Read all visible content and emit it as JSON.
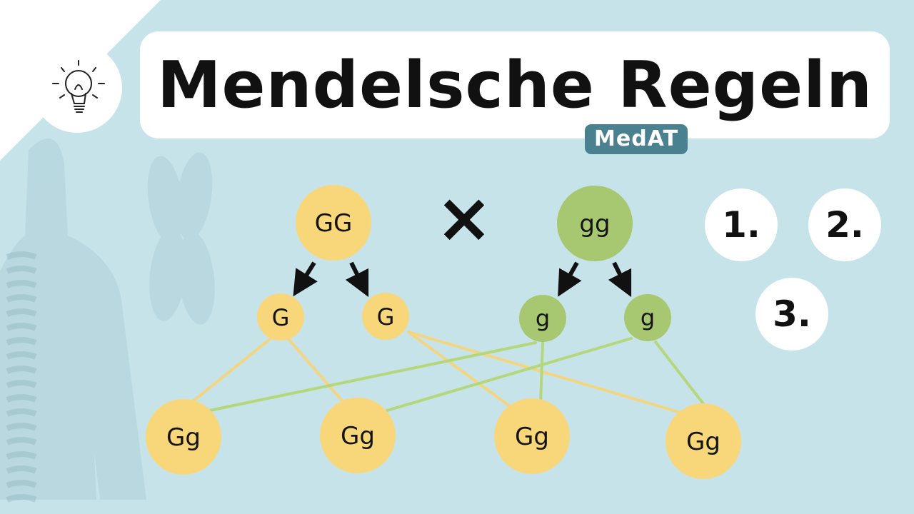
{
  "title": "Mendelsche Regeln",
  "tag": "MedAT",
  "cross_symbol": "×",
  "steps": [
    "1.",
    "2.",
    "3."
  ],
  "parents": [
    {
      "genotype": "GG",
      "color": "#f8d77a"
    },
    {
      "genotype": "gg",
      "color": "#a7c770"
    }
  ],
  "gametes": [
    {
      "allele": "G",
      "color": "#f8d77a"
    },
    {
      "allele": "G",
      "color": "#f8d77a"
    },
    {
      "allele": "g",
      "color": "#a7c770"
    },
    {
      "allele": "g",
      "color": "#a7c770"
    }
  ],
  "offspring": [
    {
      "genotype": "Gg",
      "color": "#f8d77a"
    },
    {
      "genotype": "Gg",
      "color": "#f8d77a"
    },
    {
      "genotype": "Gg",
      "color": "#f8d77a"
    },
    {
      "genotype": "Gg",
      "color": "#f8d77a"
    }
  ],
  "line_colors": {
    "yellow": "#f3d57f",
    "green": "#b5d77c"
  },
  "background_color": "#c6e3ea"
}
